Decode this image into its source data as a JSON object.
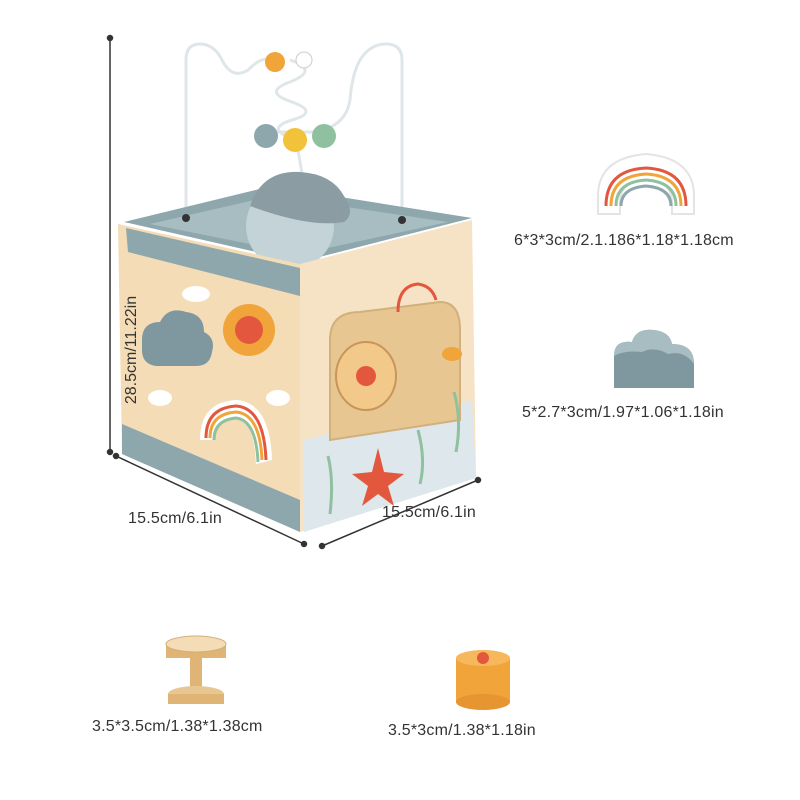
{
  "product": {
    "colors": {
      "wood": "#f3dcb6",
      "wood_dark": "#e7c692",
      "blue_grey": "#8ea7ad",
      "blue_grey_dark": "#6f8b93",
      "panel_blue": "#dde7ec",
      "orange": "#f1a43a",
      "red": "#e4573f",
      "outline": "#333333"
    }
  },
  "dimensions": {
    "height": "28.5cm/11.22in",
    "width_left": "15.5cm/6.1in",
    "width_right": "15.5cm/6.1in"
  },
  "parts": [
    {
      "icon": "rainbow-block-icon",
      "size": "6*3*3cm/2.1.186*1.18*1.18cm"
    },
    {
      "icon": "cloud-block-icon",
      "size": "5*2.7*3cm/1.97*1.06*1.18in"
    },
    {
      "icon": "spinner-roller-icon",
      "size": "3.5*3.5cm/1.38*1.38cm"
    },
    {
      "icon": "sun-cylinder-block-icon",
      "size": "3.5*3cm/1.38*1.18in"
    }
  ]
}
